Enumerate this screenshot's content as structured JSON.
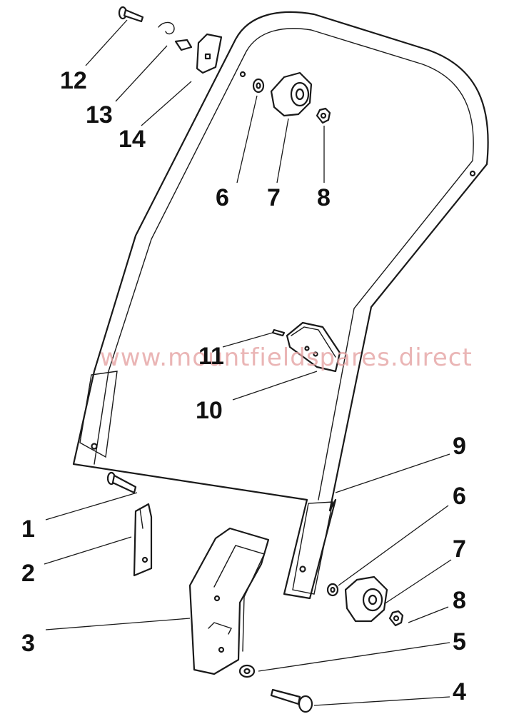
{
  "diagram": {
    "watermark": "www.mountfieldspares.direct",
    "callouts": [
      {
        "id": "c1",
        "text": "1"
      },
      {
        "id": "c2",
        "text": "2"
      },
      {
        "id": "c3",
        "text": "3"
      },
      {
        "id": "c4",
        "text": "4"
      },
      {
        "id": "c5",
        "text": "5"
      },
      {
        "id": "c6a",
        "text": "6"
      },
      {
        "id": "c6b",
        "text": "6"
      },
      {
        "id": "c7a",
        "text": "7"
      },
      {
        "id": "c7b",
        "text": "7"
      },
      {
        "id": "c8a",
        "text": "8"
      },
      {
        "id": "c8b",
        "text": "8"
      },
      {
        "id": "c9",
        "text": "9"
      },
      {
        "id": "c10",
        "text": "10"
      },
      {
        "id": "c11",
        "text": "11"
      },
      {
        "id": "c12",
        "text": "12"
      },
      {
        "id": "c13",
        "text": "13"
      },
      {
        "id": "c14",
        "text": "14"
      }
    ]
  }
}
